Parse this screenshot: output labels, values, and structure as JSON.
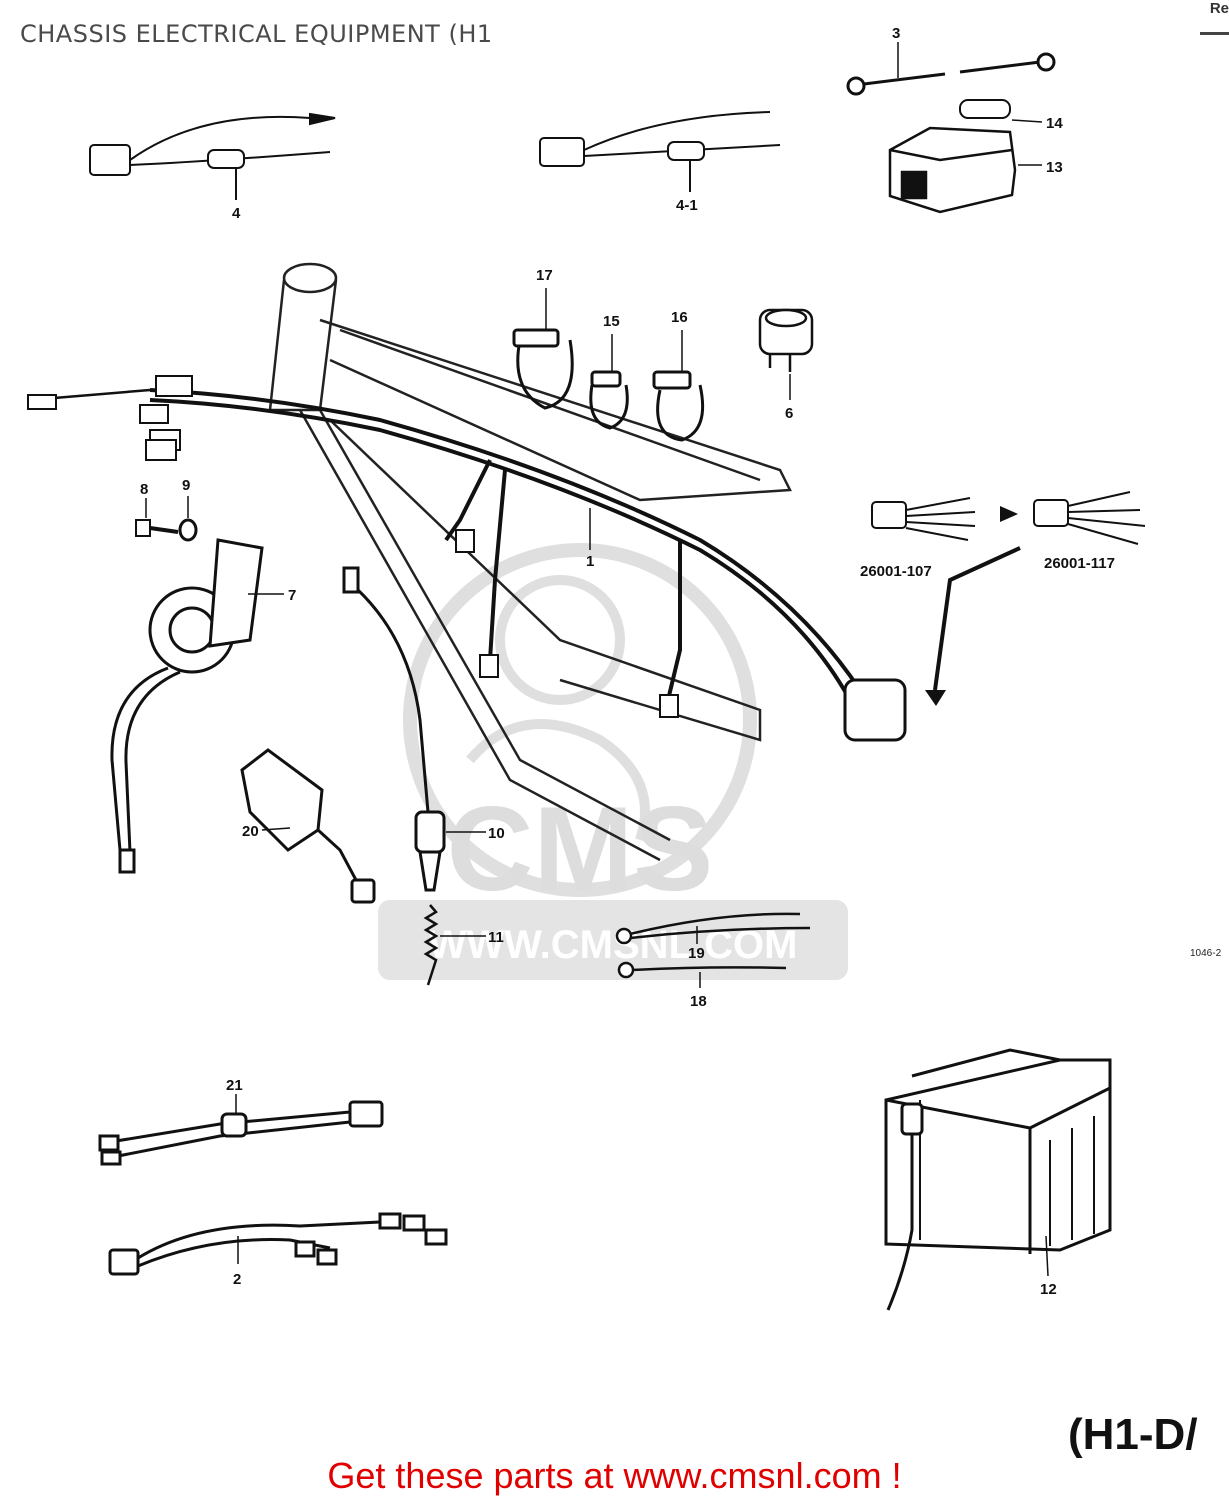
{
  "title": "CHASSIS ELECTRICAL EQUIPMENT (H1",
  "corner_ref": "Re",
  "reference_code": "1046-2",
  "model_label": "(H1-D/",
  "footer": "Get these parts at www.cmsnl.com !",
  "watermark": {
    "logo": "CMS",
    "url": "WWW.CMSNL.COM"
  },
  "part_labels": {
    "p1": "1",
    "p2": "2",
    "p3": "3",
    "p4": "4",
    "p4_1": "4-1",
    "p6": "6",
    "p7": "7",
    "p8": "8",
    "p9": "9",
    "p10": "10",
    "p11": "11",
    "p12": "12",
    "p13": "13",
    "p14": "14",
    "p15": "15",
    "p16": "16",
    "p17": "17",
    "p18": "18",
    "p19": "19",
    "p20": "20",
    "p21": "21"
  },
  "variants": {
    "old": "26001-107",
    "new": "26001-117"
  },
  "colors": {
    "footer": "#e00000",
    "line": "#111111",
    "watermark": "#d9d9d9"
  }
}
